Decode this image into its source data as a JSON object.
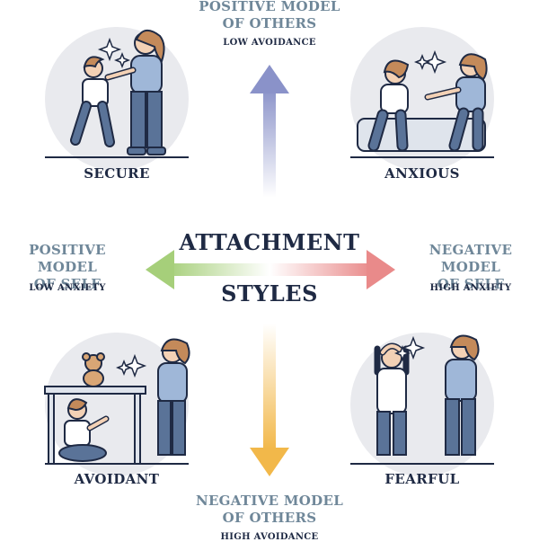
{
  "title": {
    "line1": "ATTACHMENT",
    "line2": "STYLES"
  },
  "axes": {
    "top": {
      "line1": "POSITIVE MODEL",
      "line2": "OF OTHERS",
      "sub": "LOW AVOIDANCE"
    },
    "bottom": {
      "line1": "NEGATIVE MODEL",
      "line2": "OF OTHERS",
      "sub": "HIGH AVOIDANCE"
    },
    "left": {
      "line1": "POSITIVE MODEL",
      "line2": "OF SELF",
      "sub": "LOW ANXIETY"
    },
    "right": {
      "line1": "NEGATIVE MODEL",
      "line2": "OF SELF",
      "sub": "HIGH ANXIETY"
    }
  },
  "quadrants": {
    "top_left": "SECURE",
    "top_right": "ANXIOUS",
    "bottom_left": "AVOIDANT",
    "bottom_right": "FEARFUL"
  },
  "colors": {
    "navy": "#1f2a44",
    "axis_text": "#6f8799",
    "arrow_up": "#8a92c9",
    "arrow_left": "#a6cf7a",
    "arrow_right": "#e98a8a",
    "arrow_down": "#f2b84a",
    "circle_bg": "#e9eaee",
    "shirt_blue": "#9fb7d8",
    "pants_blue": "#5a7398",
    "hair": "#c48a5a",
    "skin": "#f3d1b5"
  }
}
